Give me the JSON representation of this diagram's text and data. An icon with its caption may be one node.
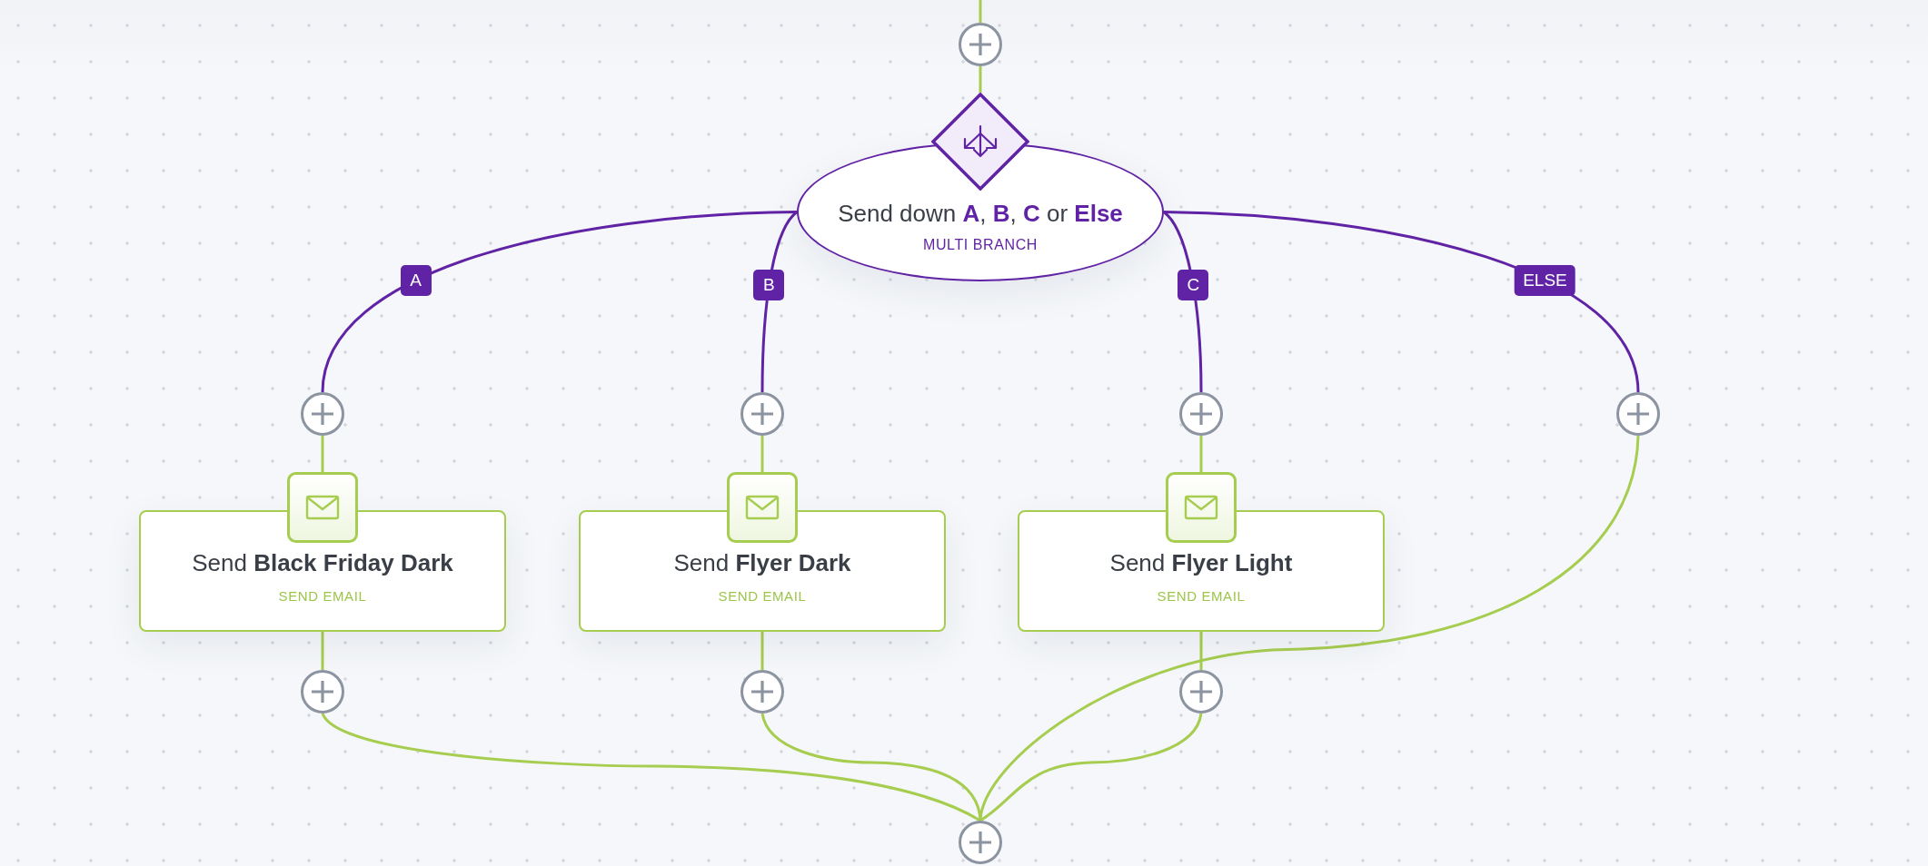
{
  "diagram": {
    "nodes": [
      {
        "text": [],
        "shape": "circle"
      },
      {
        "text": [
          "Send down **A**, **B**, **C** or **Else**",
          "MULTI BRANCH"
        ]
      },
      {
        "text": [],
        "shape": "circle"
      },
      {
        "text": [],
        "shape": "circle"
      },
      {
        "text": [],
        "shape": "circle"
      },
      {
        "text": [],
        "shape": "circle"
      },
      {
        "text": [
          "Send **Black Friday Dark**",
          "SEND EMAIL"
        ]
      },
      {
        "text": [
          "Send **Flyer Dark**",
          "SEND EMAIL"
        ]
      },
      {
        "text": [
          "Send **Flyer Light**",
          "SEND EMAIL"
        ]
      },
      {
        "text": [],
        "shape": "circle"
      },
      {
        "text": [],
        "shape": "circle"
      },
      {
        "text": [],
        "shape": "circle"
      },
      {
        "text": [],
        "shape": "circle"
      }
    ],
    "edges": [
      {
        "from": null,
        "to": 0,
        "arrow": "none"
      },
      {
        "from": 0,
        "to": 1,
        "arrow": "none"
      },
      {
        "from": 1,
        "to": 2,
        "arrow": "none",
        "label": "A",
        "color": "#6123a5"
      },
      {
        "from": 1,
        "to": 3,
        "arrow": "none",
        "label": "B",
        "color": "#6123a5"
      },
      {
        "from": 1,
        "to": 4,
        "arrow": "none",
        "label": "C",
        "color": "#6123a5"
      },
      {
        "from": 1,
        "to": 5,
        "arrow": "none",
        "label": "ELSE",
        "color": "#6123a5"
      },
      {
        "from": 2,
        "to": 6,
        "arrow": "none"
      },
      {
        "from": 3,
        "to": 7,
        "arrow": "none"
      },
      {
        "from": 4,
        "to": 8,
        "arrow": "none"
      },
      {
        "from": 6,
        "to": 9,
        "arrow": "none"
      },
      {
        "from": 7,
        "to": 10,
        "arrow": "none"
      },
      {
        "from": 8,
        "to": 11,
        "arrow": "none"
      },
      {
        "from": 5,
        "to": 12,
        "arrow": "none"
      },
      {
        "from": 9,
        "to": 12,
        "arrow": "none"
      },
      {
        "from": 10,
        "to": 12,
        "arrow": "none"
      },
      {
        "from": 11,
        "to": 12,
        "arrow": "none"
      }
    ]
  }
}
